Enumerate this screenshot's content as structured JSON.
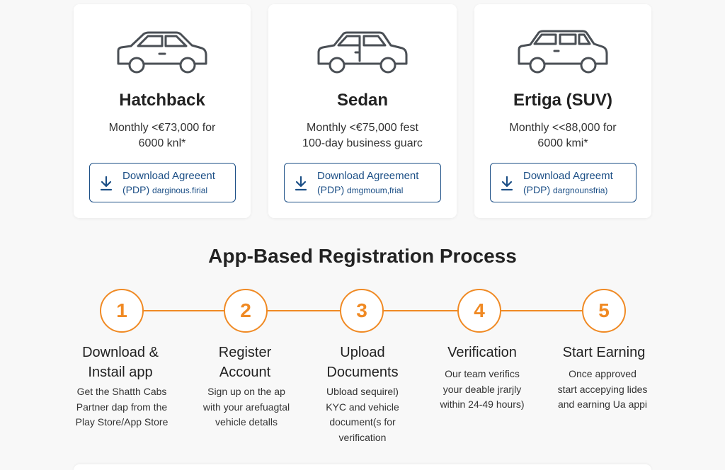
{
  "vehicles": [
    {
      "icon": "hatchback-car-icon",
      "name": "Hatchback",
      "price_line": "Monthly <€73,000 for",
      "detail_line": "6000 knl*",
      "button": {
        "line1": "Download Agreeent",
        "line2_prefix": "(PDP)",
        "line2_suffix": "darginous.firial"
      }
    },
    {
      "icon": "sedan-car-icon",
      "name": "Sedan",
      "price_line": "Monthly <€75,000 fest",
      "detail_line": "100-day business guarc",
      "button": {
        "line1": "Download Agreement",
        "line2_prefix": "(PDP)",
        "line2_suffix": "dmgmoum,frial"
      }
    },
    {
      "icon": "suv-car-icon",
      "name": "Ertiga (SUV)",
      "price_line": "Monthly <<88,000 for",
      "detail_line": "6000 kmi*",
      "button": {
        "line1": "Download Agreemt",
        "line2_prefix": "(PDP)",
        "line2_suffix": "dargnounsfria)"
      }
    }
  ],
  "process": {
    "title": "App-Based Registration Process",
    "steps": [
      {
        "number": "1",
        "title_line1": "Download &",
        "title_line2": "Instail app",
        "desc": [
          "Get the Shatth Cabs",
          "Partner dap from the",
          "Play Store/App Store"
        ]
      },
      {
        "number": "2",
        "title_line1": "Register",
        "title_line2": "Account",
        "desc": [
          "Sign up on the ap",
          "with your arefuagtal",
          "vehicle detalls"
        ]
      },
      {
        "number": "3",
        "title_line1": "Upload",
        "title_line2": "Documents",
        "desc": [
          "Ubload sequirel)",
          "KYC and vehicle",
          "document(s for",
          "verification"
        ]
      },
      {
        "number": "4",
        "title_line1": "Verification",
        "title_line2": "",
        "desc": [
          "Our team verifics",
          "your deable jrarjly",
          "within 24-49 hours)"
        ]
      },
      {
        "number": "5",
        "title_line1": "Start Earning",
        "title_line2": "",
        "desc": [
          "Once approved",
          "start accepying lides",
          "and earning Ua appi"
        ]
      }
    ]
  },
  "colors": {
    "accent": "#f08a24",
    "button": "#1c4f86",
    "icon_stroke": "#4a4f55"
  }
}
